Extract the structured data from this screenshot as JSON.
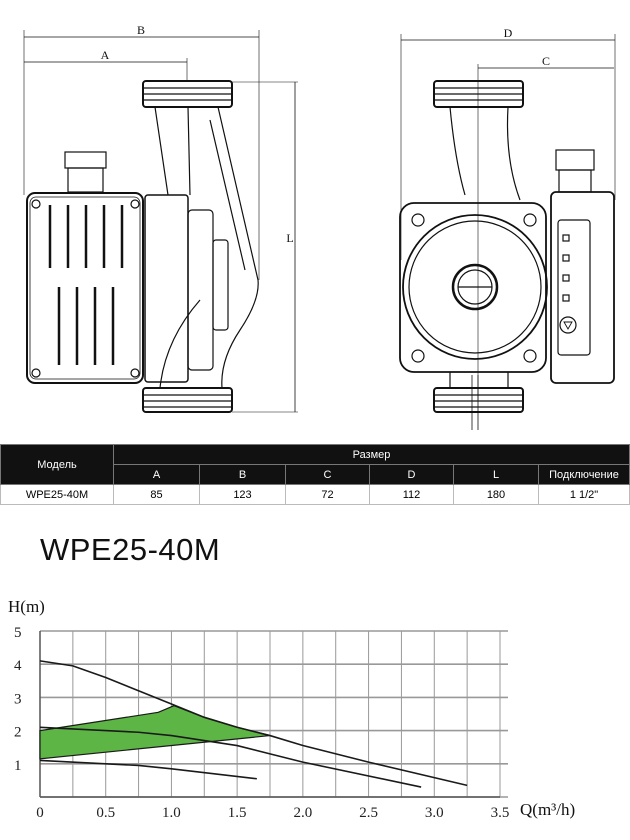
{
  "drawing": {
    "dimension_labels": {
      "A": "A",
      "B": "B",
      "C": "C",
      "D": "D",
      "L": "L"
    }
  },
  "table": {
    "model_header": "Модель",
    "size_header": "Размер",
    "columns": [
      "A",
      "B",
      "C",
      "D",
      "L",
      "Подключение"
    ],
    "rows": [
      {
        "model": "WPE25-40M",
        "values": [
          "85",
          "123",
          "72",
          "112",
          "180",
          "1 1/2\""
        ]
      }
    ]
  },
  "product_title": "WPE25-40M",
  "chart_data": {
    "type": "line",
    "title": "",
    "xlabel": "Q(m³/h)",
    "ylabel": "H(m)",
    "xlim": [
      0,
      3.5
    ],
    "ylim": [
      0,
      5
    ],
    "grid": true,
    "x_ticks": [
      "0",
      "0.5",
      "1.0",
      "1.5",
      "2.0",
      "2.5",
      "3.0",
      "3.5"
    ],
    "y_ticks": [
      "1",
      "2",
      "3",
      "4",
      "5"
    ],
    "series": [
      {
        "values": [
          [
            0,
            4.1
          ],
          [
            0.25,
            3.95
          ],
          [
            0.5,
            3.6
          ],
          [
            1.0,
            2.8
          ],
          [
            1.25,
            2.4
          ],
          [
            1.5,
            2.1
          ],
          [
            1.75,
            1.85
          ],
          [
            2.0,
            1.55
          ],
          [
            2.5,
            1.05
          ],
          [
            3.25,
            0.35
          ]
        ]
      },
      {
        "values": [
          [
            0,
            2.1
          ],
          [
            0.75,
            1.95
          ],
          [
            1.0,
            1.85
          ],
          [
            1.5,
            1.55
          ],
          [
            1.75,
            1.3
          ],
          [
            2.0,
            1.05
          ],
          [
            2.9,
            0.3
          ]
        ]
      },
      {
        "values": [
          [
            0,
            1.1
          ],
          [
            0.5,
            1.0
          ],
          [
            0.75,
            0.95
          ],
          [
            1.0,
            0.85
          ],
          [
            1.65,
            0.55
          ]
        ]
      }
    ],
    "operating_region": {
      "color": "#5cb544",
      "values": [
        [
          0,
          2.0
        ],
        [
          0.9,
          2.55
        ],
        [
          1.02,
          2.75
        ],
        [
          1.25,
          2.4
        ],
        [
          1.5,
          2.1
        ],
        [
          1.75,
          1.85
        ],
        [
          0,
          1.15
        ]
      ]
    },
    "line_color": "#1a1a1a",
    "grid_color": "#999999"
  }
}
